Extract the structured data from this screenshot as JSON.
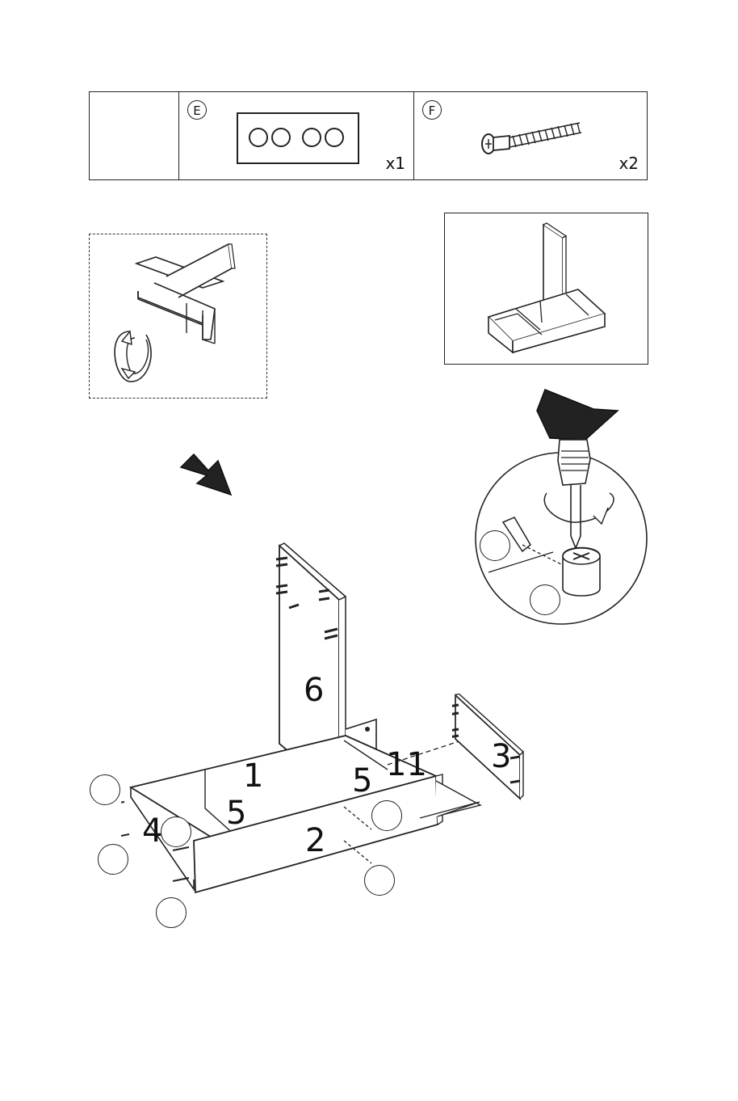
{
  "parts": [
    {
      "letter": "",
      "quantity": ""
    },
    {
      "letter": "E",
      "quantity": "x1"
    },
    {
      "letter": "F",
      "quantity": "x2"
    }
  ],
  "panel_labels": {
    "p1": "1",
    "p2": "2",
    "p3": "3",
    "p4": "4",
    "p5a": "5",
    "p5b": "5",
    "p6": "6",
    "p11": "11"
  },
  "icons": [
    "cam-lock-plate-icon",
    "cam-bolt-screw-icon",
    "rotate-arrow-icon",
    "direction-arrow-icon",
    "screwdriver-icon"
  ]
}
